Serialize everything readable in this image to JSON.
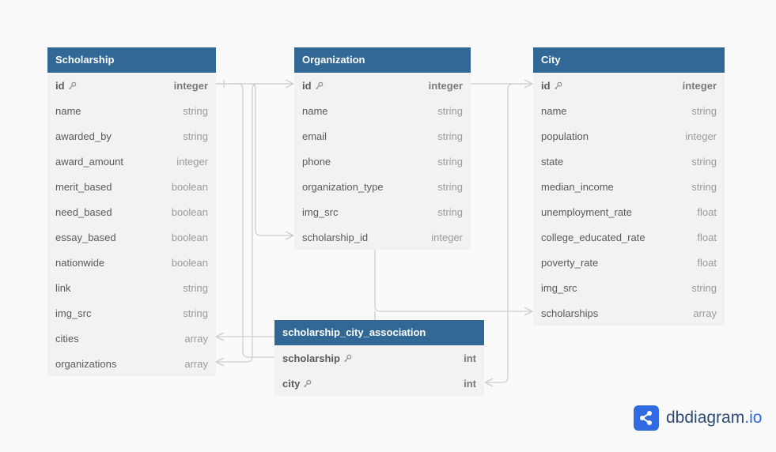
{
  "tables": [
    {
      "id": "scholarship",
      "name": "Scholarship",
      "fields": [
        {
          "name": "id",
          "type": "integer",
          "pk": true
        },
        {
          "name": "name",
          "type": "string"
        },
        {
          "name": "awarded_by",
          "type": "string"
        },
        {
          "name": "award_amount",
          "type": "integer"
        },
        {
          "name": "merit_based",
          "type": "boolean"
        },
        {
          "name": "need_based",
          "type": "boolean"
        },
        {
          "name": "essay_based",
          "type": "boolean"
        },
        {
          "name": "nationwide",
          "type": "boolean"
        },
        {
          "name": "link",
          "type": "string"
        },
        {
          "name": "img_src",
          "type": "string"
        },
        {
          "name": "cities",
          "type": "array"
        },
        {
          "name": "organizations",
          "type": "array"
        }
      ]
    },
    {
      "id": "organization",
      "name": "Organization",
      "fields": [
        {
          "name": "id",
          "type": "integer",
          "pk": true
        },
        {
          "name": "name",
          "type": "string"
        },
        {
          "name": "email",
          "type": "string"
        },
        {
          "name": "phone",
          "type": "string"
        },
        {
          "name": "organization_type",
          "type": "string"
        },
        {
          "name": "img_src",
          "type": "string"
        },
        {
          "name": "scholarship_id",
          "type": "integer"
        }
      ]
    },
    {
      "id": "city",
      "name": "City",
      "fields": [
        {
          "name": "id",
          "type": "integer",
          "pk": true
        },
        {
          "name": "name",
          "type": "string"
        },
        {
          "name": "population",
          "type": "integer"
        },
        {
          "name": "state",
          "type": "string"
        },
        {
          "name": "median_income",
          "type": "string"
        },
        {
          "name": "unemployment_rate",
          "type": "float"
        },
        {
          "name": "college_educated_rate",
          "type": "float"
        },
        {
          "name": "poverty_rate",
          "type": "float"
        },
        {
          "name": "img_src",
          "type": "string"
        },
        {
          "name": "scholarships",
          "type": "array"
        }
      ]
    },
    {
      "id": "scholarship_city_association",
      "name": "scholarship_city_association",
      "fields": [
        {
          "name": "scholarship",
          "type": "int",
          "pk": true
        },
        {
          "name": "city",
          "type": "int",
          "pk": true
        }
      ]
    }
  ],
  "brand": {
    "name": "dbdiagram",
    "tld": ".io"
  },
  "colors": {
    "header": "#316896",
    "row_bg": "#f2f2f2",
    "edge": "#cfcfcf",
    "brand": "#2f6ae0"
  }
}
